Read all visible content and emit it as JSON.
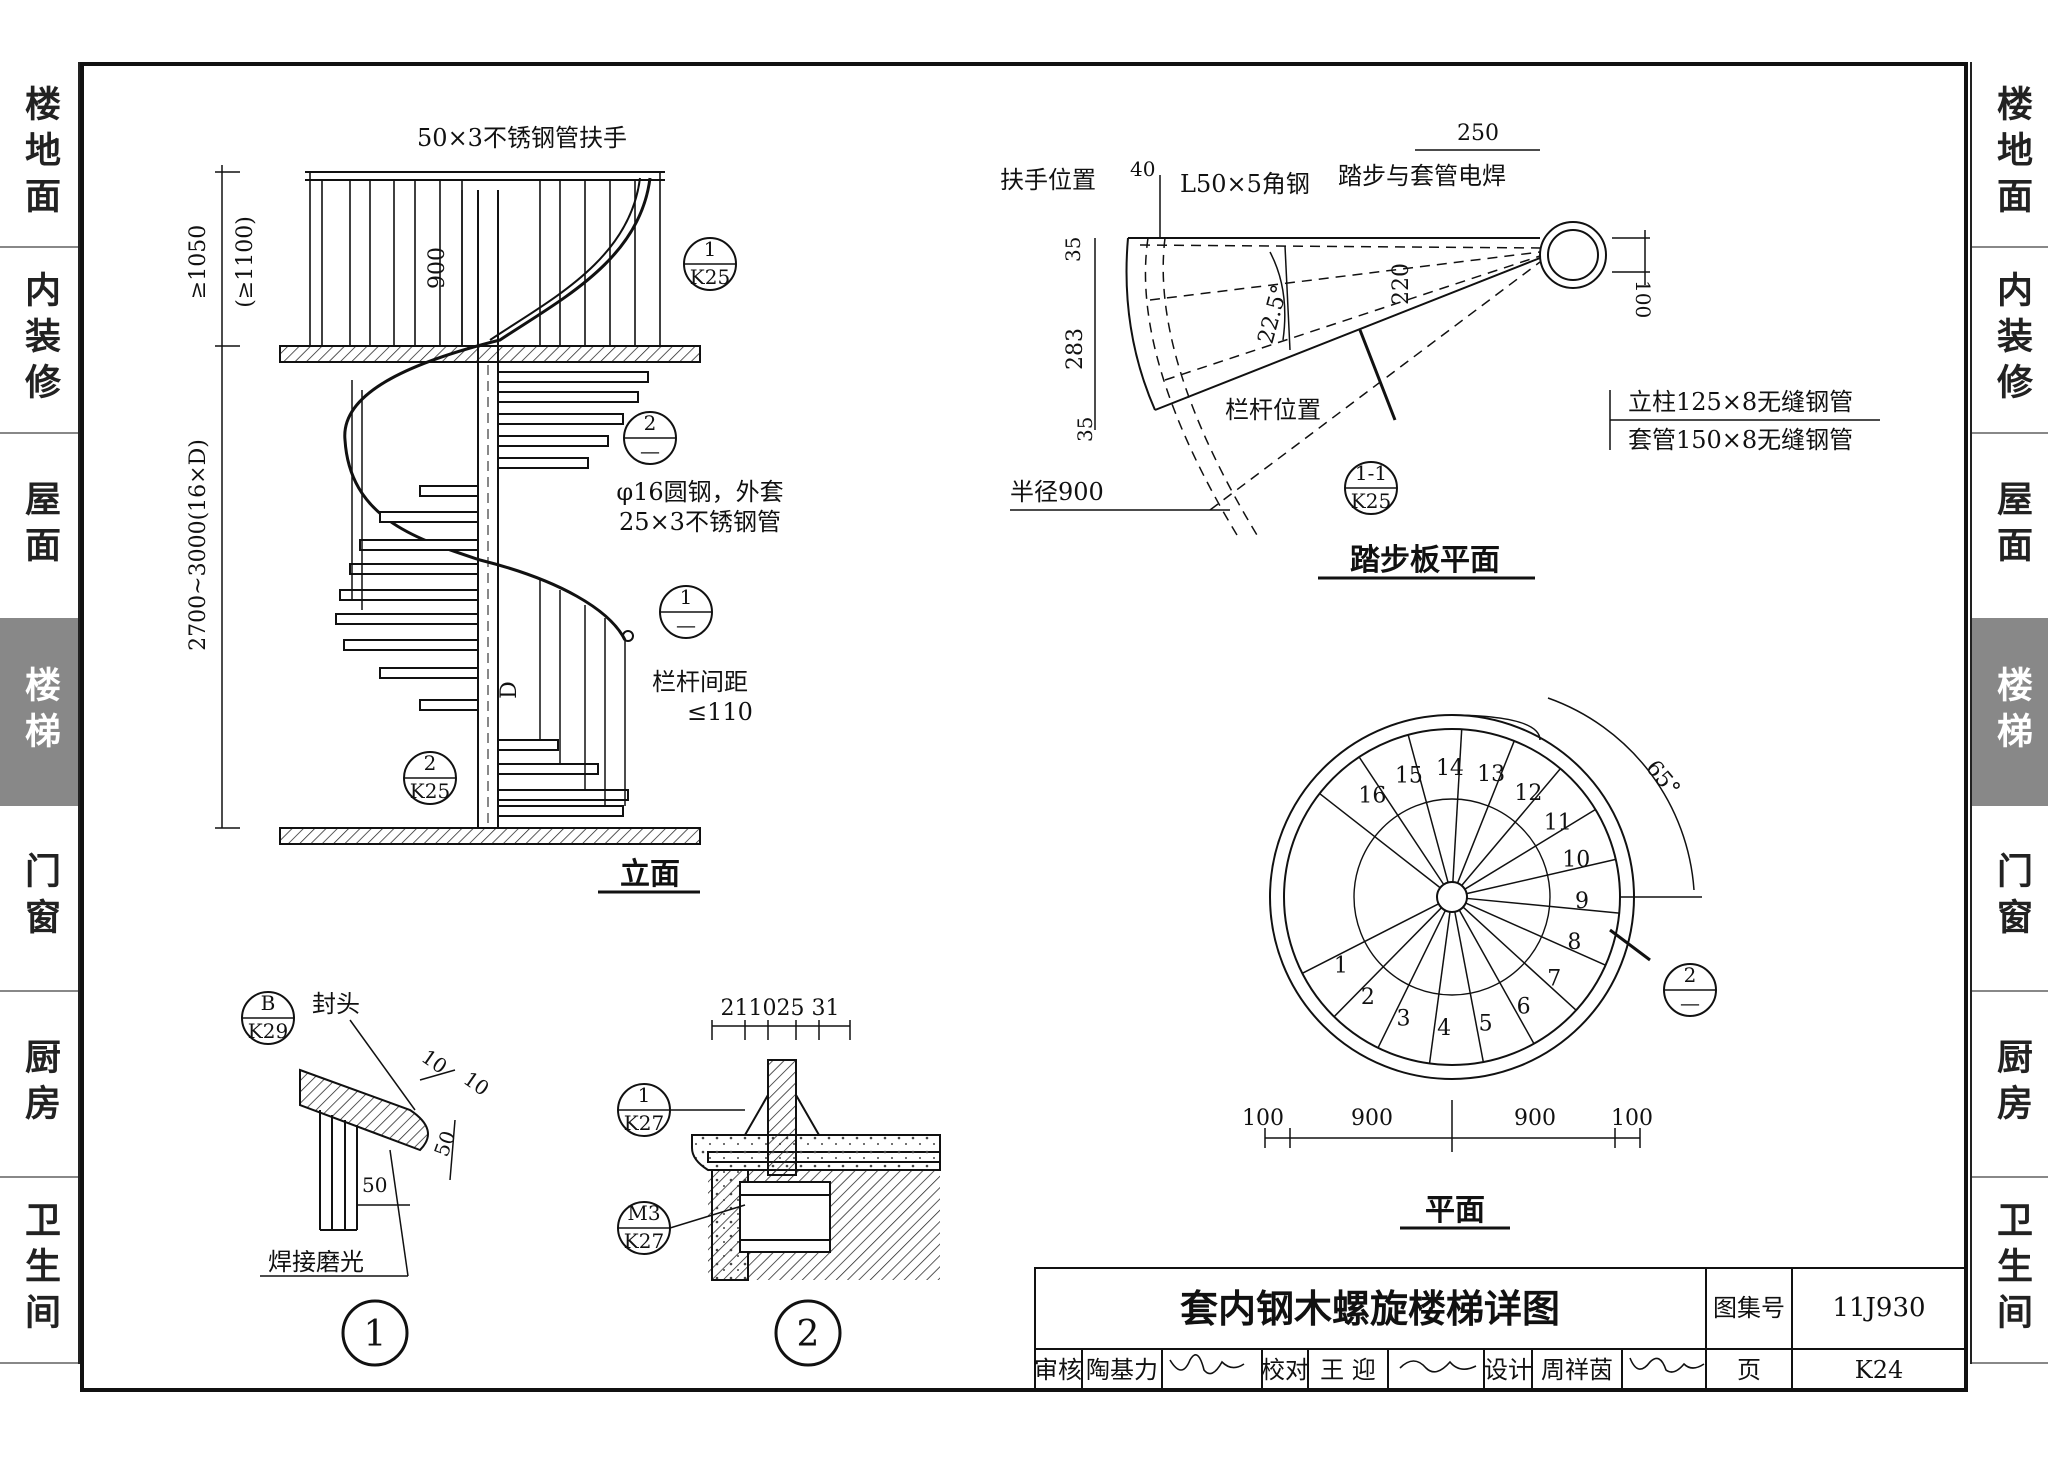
{
  "side_tabs": [
    "楼地面",
    "内装修",
    "屋面",
    "楼梯",
    "门窗",
    "厨房",
    "卫生间"
  ],
  "active_tab": "楼梯",
  "elevation": {
    "caption": "立面",
    "handrail_label": "50×3不锈钢管扶手",
    "height_dim_1": "≥1050",
    "height_dim_2": "(≥1100)",
    "rail_dim": "900",
    "floor_dim": "2700~3000(16×D)",
    "round_bar_label_1": "φ16圆钢，外套",
    "round_bar_label_2": "25×3不锈钢管",
    "baluster_label_1": "栏杆间距",
    "baluster_label_2": "≤110",
    "riser_mark": "D"
  },
  "callouts": {
    "c1_top": "1",
    "c1_bot": "K25",
    "c2_top": "2",
    "c2_bot": "—",
    "c3_top": "1",
    "c3_bot": "—",
    "c4_top": "2",
    "c4_bot": "K25",
    "c5_top": "1-1",
    "c5_bot": "K25",
    "c6_top": "2",
    "c6_bot": "—",
    "c7_top": "B",
    "c7_bot": "K29",
    "c8_top": "1",
    "c8_bot": "K27",
    "c9_top": "M3",
    "c9_bot": "K27"
  },
  "tread_plan": {
    "caption": "踏步板平面",
    "handrail_pos": "扶手位置",
    "dim_40": "40",
    "angle_label": "L50×5角钢",
    "weld_label": "踏步与套管电焊",
    "dim_250": "250",
    "dim_35a": "35",
    "dim_283": "283",
    "dim_35b": "35",
    "angle": "22.5°",
    "dim_220": "220",
    "dim_100": "100",
    "baluster_pos": "栏杆位置",
    "radius": "半径900",
    "post_label": "立柱125×8无缝钢管",
    "sleeve_label": "套管150×8无缝钢管"
  },
  "plan": {
    "caption": "平面",
    "angle": "65°",
    "steps": [
      "1",
      "2",
      "3",
      "4",
      "5",
      "6",
      "7",
      "8",
      "9",
      "10",
      "11",
      "12",
      "13",
      "14",
      "15",
      "16"
    ],
    "dims": [
      "100",
      "900",
      "900",
      "100"
    ]
  },
  "detail1": {
    "cap_label": "封头",
    "weld_label": "焊接磨光",
    "dim_10a": "10",
    "dim_10b": "10",
    "dim_50a": "50",
    "dim_50b": "50",
    "number": "1"
  },
  "detail2": {
    "dims": "211025 31",
    "number": "2"
  },
  "title_block": {
    "title": "套内钢木螺旋楼梯详图",
    "atlas_label": "图集号",
    "atlas_value": "11J930",
    "review": "审核",
    "reviewer": "陶基力",
    "check": "校对",
    "checker": "王 迎",
    "design": "设计",
    "designer": "周祥茵",
    "page_label": "页",
    "page_value": "K24"
  }
}
